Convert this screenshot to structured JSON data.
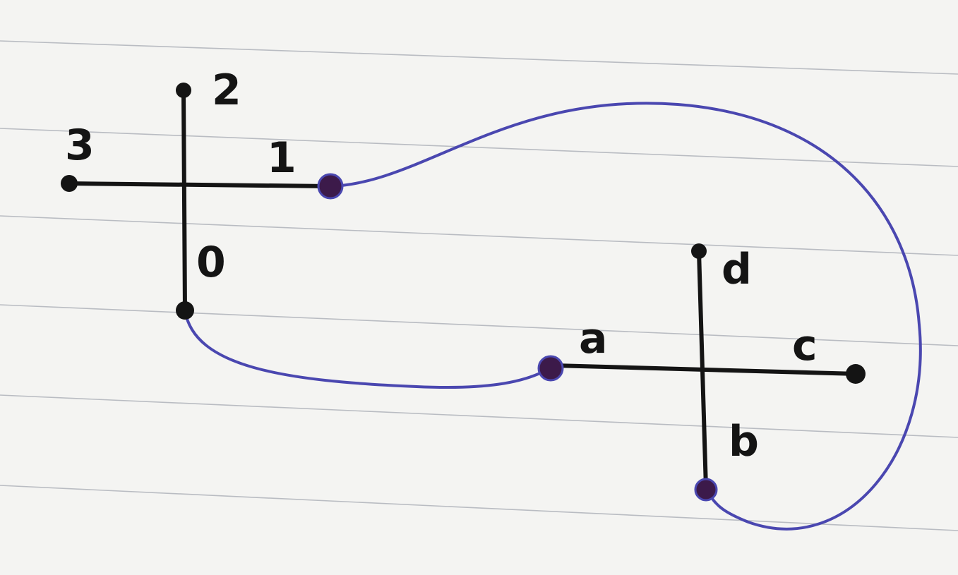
{
  "colors": {
    "paper": "#f4f4f2",
    "ruled_line": "#b9bcc2",
    "ink_black": "#141414",
    "ink_blue": "#4a47b0",
    "ink_purple": "#3c1a4a"
  },
  "vertex_labels": {
    "left_top": "2",
    "left_left": "3",
    "left_right": "1",
    "left_bottom": "0",
    "right_top": "d",
    "right_left": "a",
    "right_right": "c",
    "right_bottom": "b"
  },
  "graph": {
    "stars": [
      {
        "id": "left-star",
        "leaves": [
          "0",
          "1",
          "2",
          "3"
        ]
      },
      {
        "id": "right-star",
        "leaves": [
          "a",
          "b",
          "c",
          "d"
        ]
      }
    ],
    "connecting_edges": [
      {
        "from": "0",
        "to": "a",
        "color": "blue"
      },
      {
        "from": "1",
        "to": "b",
        "color": "blue"
      }
    ]
  }
}
